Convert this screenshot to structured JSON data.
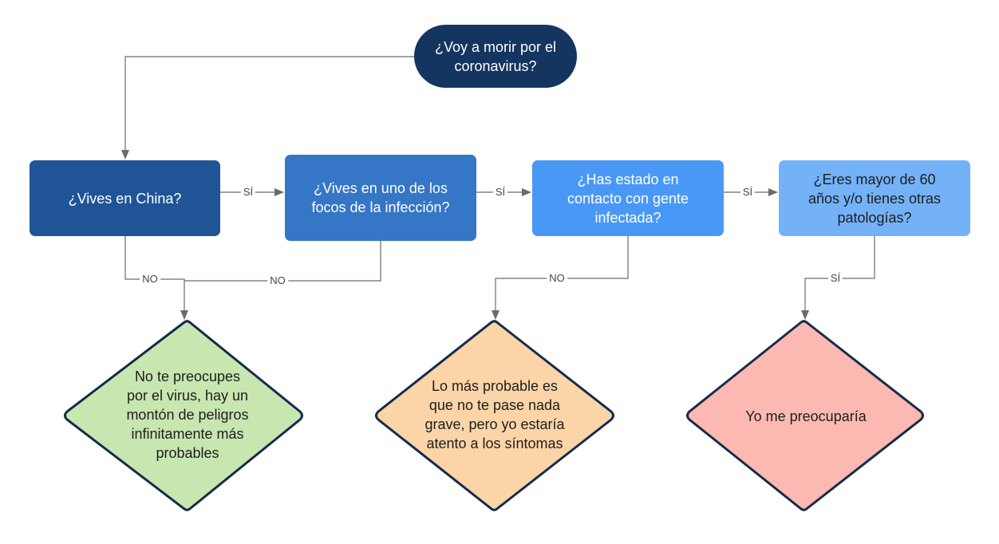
{
  "diagram": {
    "start": {
      "text": "¿Voy a morir por el\ncoronavirus?",
      "fill": "#14355f"
    },
    "questions": [
      {
        "text": "¿Vives en China?",
        "fill": "#1f5596"
      },
      {
        "text": "¿Vives en uno de los\nfocos de la infección?",
        "fill": "#3576c6"
      },
      {
        "text": "¿Has estado en\ncontacto con gente\ninfectada?",
        "fill": "#4a98f5"
      },
      {
        "text": "¿Eres mayor de 60\naños y/o tienes otras\npatologías?",
        "fill": "#74b2f8"
      }
    ],
    "outcomes": [
      {
        "text": "No te preocupes\npor el virus, hay un\nmontón de peligros\ninfinitamente más\nprobables",
        "fill": "#c8e6b0"
      },
      {
        "text": "Lo más probable es\nque no te pase nada\ngrave, pero yo estaría\natento a los síntomas",
        "fill": "#fbd4a7"
      },
      {
        "text": "Yo me preocuparía",
        "fill": "#fbb9b1"
      }
    ],
    "edge_labels": {
      "yes_1": "SÍ",
      "yes_2": "SÍ",
      "yes_3": "SÍ",
      "no_1": "NO",
      "no_2": "NO",
      "no_3": "NO",
      "yes_4": "SÍ"
    },
    "colors": {
      "connector": "#6b6b6b",
      "diamond_border": "#172c4a"
    }
  }
}
